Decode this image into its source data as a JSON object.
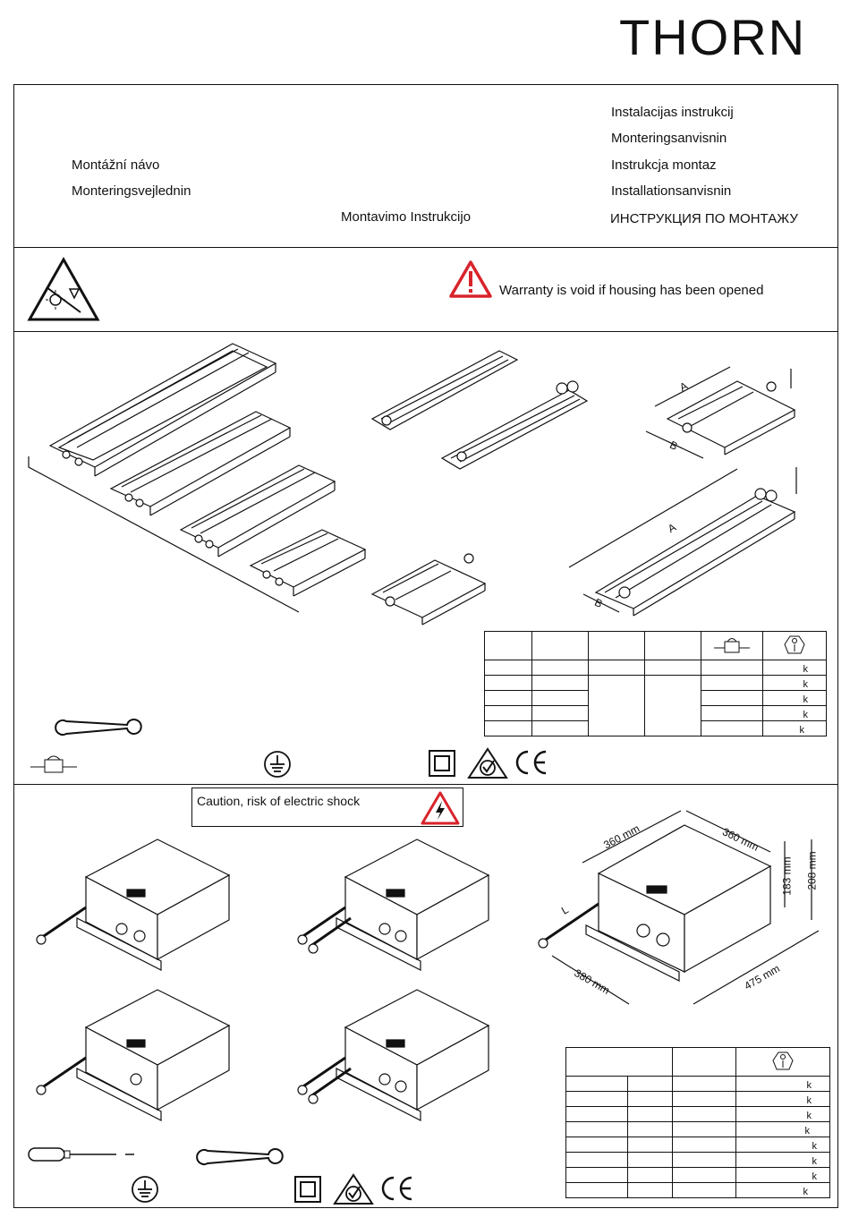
{
  "brand": "THORN",
  "header": {
    "left_titles": [
      "Montážní návo",
      "Monteringsvejlednin"
    ],
    "center_title": "Montavimo Instrukcijo",
    "right_titles": [
      "Instalacijas instrukcij",
      "Monteringsanvisnin",
      "Instrukcja montaz",
      "Installationsanvisnin",
      "ИНСТРУКЦИЯ ПО МОНТАЖУ"
    ]
  },
  "warnings": {
    "warranty": "Warranty is void if housing has been opened",
    "caution": "Caution, risk of electric shock"
  },
  "table1": {
    "header_icons": [
      "",
      "",
      "",
      "",
      "cable-gland-icon",
      "weight-icon"
    ],
    "weight_unit": "k",
    "rows": 5
  },
  "dimensions": {
    "width_top_left": "360 mm",
    "width_top_right": "360 mm",
    "height_inner": "183 mm",
    "height_outer": "208 mm",
    "length_bottom_left": "380 mm",
    "length_bottom_right": "475 mm",
    "cable_length": "L",
    "dim_a": "A",
    "dim_b": "B"
  },
  "table2": {
    "weight_unit": "k",
    "rows": 8
  },
  "icons": [
    "no-light-warning-icon",
    "warning-triangle-icon",
    "wrench-icon",
    "cable-gland-icon",
    "earth-ground-icon",
    "class-ii-icon",
    "rcm-mark-icon",
    "ce-mark-icon",
    "electric-shock-icon",
    "screwdriver-icon"
  ],
  "colors": {
    "warning_red": "#d9232b",
    "line": "#111111"
  }
}
